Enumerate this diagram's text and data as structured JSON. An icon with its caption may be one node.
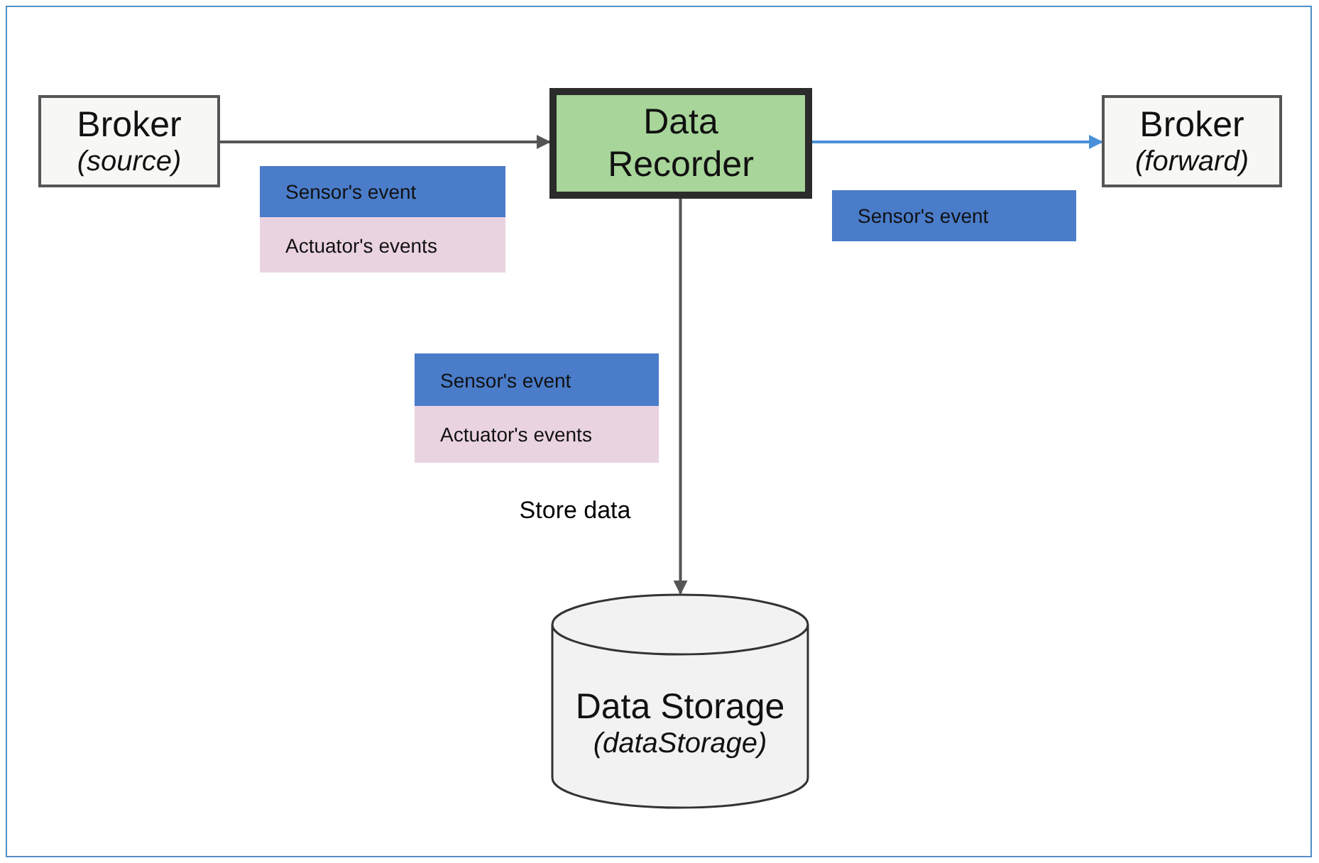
{
  "diagram": {
    "nodes": [
      {
        "text": [
          "Broker",
          "(source)"
        ]
      },
      {
        "text": [
          "Data Recorder"
        ]
      },
      {
        "text": [
          "Broker",
          "(forward)"
        ]
      },
      {
        "text": [
          "Sensor's event"
        ]
      },
      {
        "text": [
          "Actuator's events"
        ]
      },
      {
        "text": [
          "Sensor's event"
        ]
      },
      {
        "text": [
          "Sensor's event"
        ]
      },
      {
        "text": [
          "Actuator's events"
        ]
      },
      {
        "text": [
          "Data Storage",
          "(dataStorage)"
        ]
      }
    ],
    "edges": [
      {
        "from": 0,
        "to": 1,
        "arrow": "to"
      },
      {
        "from": 1,
        "to": 2,
        "arrow": "to",
        "color": "#4a90d9"
      },
      {
        "from": 1,
        "to": 8,
        "arrow": "to",
        "label": "Store data"
      }
    ]
  }
}
